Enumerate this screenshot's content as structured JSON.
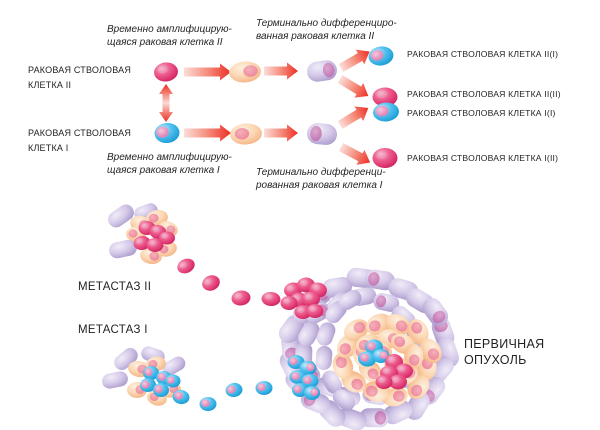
{
  "colors": {
    "background": "#ffffff",
    "text": "#231f20",
    "red_cell": "#dd3370",
    "blue_cell": "#38b3e5",
    "orange_cell": "#f9d0a6",
    "salmon_nucleus": "#ee8fa6",
    "lavender_cell": "#c4b6df",
    "magenta_nucleus": "#c060a4",
    "pink_nucleus": "#e490bd",
    "arrow_red": "#ed2e24"
  },
  "lineage_diagram": {
    "stem_cell_ii_label": {
      "line1": "РАКОВАЯ СТВОЛОВАЯ",
      "line2": "КЛЕТКА II"
    },
    "stem_cell_i_label": {
      "line1": "РАКОВАЯ СТВОЛОВАЯ",
      "line2": "КЛЕТКА I"
    },
    "transit_amplifying_ii_label": {
      "line1": "Временно амплифицирую-",
      "line2": "щаяся раковая клетка II"
    },
    "transit_amplifying_i_label": {
      "line1": "Временно амплифицирую-",
      "line2": "щаяся раковая клетка I"
    },
    "terminally_differentiated_ii_label": {
      "line1": "Терминально дифференциро-",
      "line2": "ванная раковая клетка II"
    },
    "terminally_differentiated_i_label": {
      "line1": "Терминально дифференци-",
      "line2": "рованная раковая клетка I"
    },
    "daughter_labels": [
      "РАКОВАЯ СТВОЛОВАЯ КЛЕТКА II(I)",
      "РАКОВАЯ СТВОЛОВАЯ КЛЕТКА II(II)",
      "РАКОВАЯ СТВОЛОВАЯ КЛЕТКА I(I)",
      "РАКОВАЯ СТВОЛОВАЯ КЛЕТКА I(II)"
    ]
  },
  "tumor_diagram": {
    "metastasis_ii_label": "МЕТАСТАЗ II",
    "metastasis_i_label": "МЕТАСТАЗ I",
    "primary_tumor_label": {
      "line1": "ПЕРВИЧНАЯ",
      "line2": "ОПУХОЛЬ"
    }
  }
}
